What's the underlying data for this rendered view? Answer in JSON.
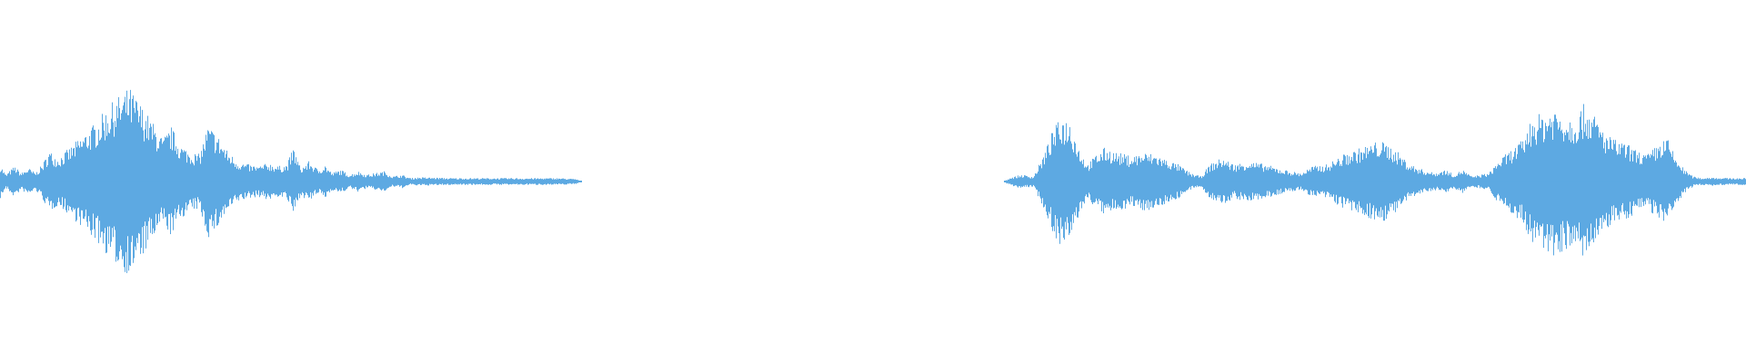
{
  "waveform": {
    "color": "#5DA9E2",
    "background": "#FFFFFF",
    "envelope": [
      [
        0.0,
        0.1
      ],
      [
        0.003,
        0.04
      ],
      [
        0.008,
        0.09
      ],
      [
        0.012,
        0.05
      ],
      [
        0.016,
        0.08
      ],
      [
        0.02,
        0.05
      ],
      [
        0.024,
        0.1
      ],
      [
        0.028,
        0.18
      ],
      [
        0.033,
        0.14
      ],
      [
        0.04,
        0.2
      ],
      [
        0.048,
        0.28
      ],
      [
        0.055,
        0.35
      ],
      [
        0.062,
        0.44
      ],
      [
        0.068,
        0.5
      ],
      [
        0.074,
        0.55
      ],
      [
        0.08,
        0.46
      ],
      [
        0.087,
        0.35
      ],
      [
        0.093,
        0.25
      ],
      [
        0.098,
        0.32
      ],
      [
        0.103,
        0.22
      ],
      [
        0.108,
        0.18
      ],
      [
        0.114,
        0.16
      ],
      [
        0.119,
        0.33
      ],
      [
        0.124,
        0.28
      ],
      [
        0.13,
        0.18
      ],
      [
        0.136,
        0.12
      ],
      [
        0.142,
        0.1
      ],
      [
        0.148,
        0.09
      ],
      [
        0.154,
        0.11
      ],
      [
        0.159,
        0.09
      ],
      [
        0.164,
        0.1
      ],
      [
        0.168,
        0.2
      ],
      [
        0.172,
        0.08
      ],
      [
        0.177,
        0.12
      ],
      [
        0.182,
        0.07
      ],
      [
        0.186,
        0.1
      ],
      [
        0.19,
        0.05
      ],
      [
        0.195,
        0.07
      ],
      [
        0.2,
        0.04
      ],
      [
        0.205,
        0.06
      ],
      [
        0.21,
        0.04
      ],
      [
        0.215,
        0.05
      ],
      [
        0.22,
        0.06
      ],
      [
        0.225,
        0.03
      ],
      [
        0.23,
        0.04
      ],
      [
        0.235,
        0.02
      ],
      [
        0.24,
        0.025
      ],
      [
        0.26,
        0.02
      ],
      [
        0.28,
        0.02
      ],
      [
        0.3,
        0.02
      ],
      [
        0.32,
        0.02
      ],
      [
        0.33,
        0.015
      ],
      [
        0.333,
        0.0
      ],
      [
        0.575,
        0.0
      ],
      [
        0.578,
        0.02
      ],
      [
        0.585,
        0.04
      ],
      [
        0.592,
        0.03
      ],
      [
        0.598,
        0.16
      ],
      [
        0.603,
        0.3
      ],
      [
        0.608,
        0.38
      ],
      [
        0.613,
        0.36
      ],
      [
        0.618,
        0.2
      ],
      [
        0.623,
        0.1
      ],
      [
        0.628,
        0.16
      ],
      [
        0.633,
        0.2
      ],
      [
        0.64,
        0.17
      ],
      [
        0.648,
        0.15
      ],
      [
        0.655,
        0.17
      ],
      [
        0.662,
        0.16
      ],
      [
        0.668,
        0.13
      ],
      [
        0.675,
        0.1
      ],
      [
        0.682,
        0.05
      ],
      [
        0.688,
        0.03
      ],
      [
        0.693,
        0.1
      ],
      [
        0.7,
        0.14
      ],
      [
        0.707,
        0.1
      ],
      [
        0.715,
        0.12
      ],
      [
        0.725,
        0.1
      ],
      [
        0.735,
        0.07
      ],
      [
        0.745,
        0.05
      ],
      [
        0.752,
        0.09
      ],
      [
        0.76,
        0.1
      ],
      [
        0.77,
        0.16
      ],
      [
        0.78,
        0.2
      ],
      [
        0.79,
        0.24
      ],
      [
        0.795,
        0.22
      ],
      [
        0.8,
        0.18
      ],
      [
        0.808,
        0.1
      ],
      [
        0.815,
        0.07
      ],
      [
        0.822,
        0.05
      ],
      [
        0.828,
        0.07
      ],
      [
        0.833,
        0.04
      ],
      [
        0.838,
        0.07
      ],
      [
        0.843,
        0.03
      ],
      [
        0.848,
        0.04
      ],
      [
        0.853,
        0.05
      ],
      [
        0.858,
        0.12
      ],
      [
        0.865,
        0.18
      ],
      [
        0.872,
        0.24
      ],
      [
        0.878,
        0.38
      ],
      [
        0.884,
        0.4
      ],
      [
        0.89,
        0.44
      ],
      [
        0.896,
        0.4
      ],
      [
        0.902,
        0.38
      ],
      [
        0.908,
        0.46
      ],
      [
        0.914,
        0.38
      ],
      [
        0.92,
        0.28
      ],
      [
        0.926,
        0.24
      ],
      [
        0.932,
        0.22
      ],
      [
        0.938,
        0.18
      ],
      [
        0.944,
        0.16
      ],
      [
        0.95,
        0.22
      ],
      [
        0.955,
        0.26
      ],
      [
        0.96,
        0.14
      ],
      [
        0.965,
        0.07
      ],
      [
        0.97,
        0.03
      ],
      [
        0.975,
        0.02
      ],
      [
        0.98,
        0.025
      ],
      [
        0.99,
        0.02
      ],
      [
        1.0,
        0.02
      ]
    ]
  }
}
